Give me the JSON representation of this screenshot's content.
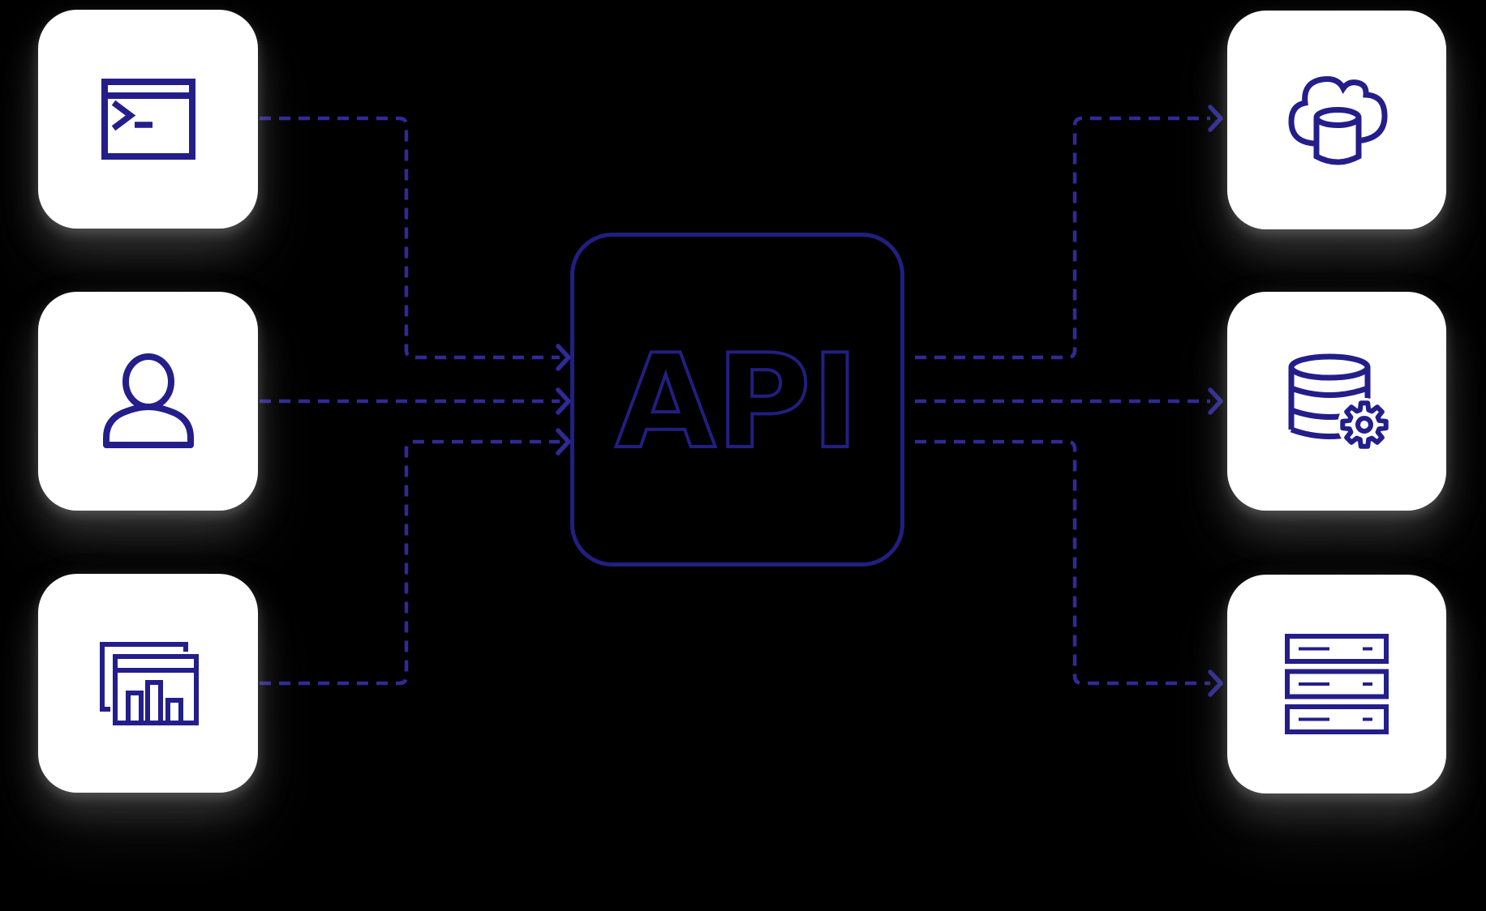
{
  "diagram": {
    "api_label": "API",
    "left_nodes": [
      {
        "id": "terminal-client",
        "icon": "terminal-window-icon"
      },
      {
        "id": "user-client",
        "icon": "user-icon"
      },
      {
        "id": "analytics-client",
        "icon": "browser-chart-icon"
      }
    ],
    "right_nodes": [
      {
        "id": "cloud-database",
        "icon": "cloud-database-icon"
      },
      {
        "id": "database-services",
        "icon": "database-gear-icon"
      },
      {
        "id": "server-stack",
        "icon": "server-stack-icon"
      }
    ],
    "connections": [
      {
        "from": "terminal-client",
        "to": "api"
      },
      {
        "from": "user-client",
        "to": "api"
      },
      {
        "from": "analytics-client",
        "to": "api"
      },
      {
        "from": "api",
        "to": "cloud-database"
      },
      {
        "from": "api",
        "to": "database-services"
      },
      {
        "from": "api",
        "to": "server-stack"
      }
    ],
    "colors": {
      "background": "#000000",
      "node_background": "#ffffff",
      "icon_stroke": "#241e8a",
      "api_outline": "#211f80",
      "connector": "#2e2b97"
    }
  }
}
